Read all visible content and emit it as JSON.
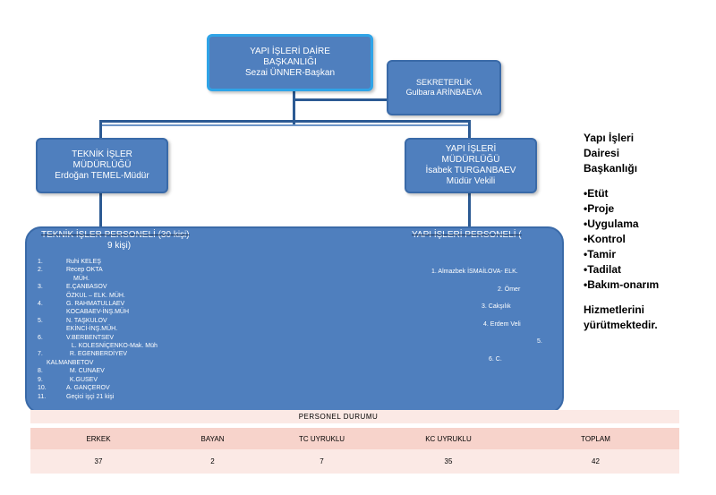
{
  "head": {
    "line1": "YAPI İŞLERİ DAİRE",
    "line2": "BAŞKANLIĞI",
    "line3": "Sezai ÜNNER-Başkan"
  },
  "secretariat": {
    "line1": "SEKRETERLİK",
    "line2": "Gulbara  ARİNBAEVA"
  },
  "technical": {
    "line1": "TEKNİK İŞLER",
    "line2": "MÜDÜRLÜĞÜ",
    "line3": "Erdoğan TEMEL-Müdür"
  },
  "construction": {
    "line1": "YAPI İŞLERİ",
    "line2": "MÜDÜRLÜĞÜ",
    "line3": "İsabek TURGANBAEV",
    "line4": "Müdür Vekili"
  },
  "personnel": {
    "tek_header_1": "TEKNİK İŞLER   PERSONELİ (30 kişi)",
    "tek_header_2": "9 kişi)",
    "yap_header": "YAPI İŞLERİ PERSONELİ (",
    "tek_list": [
      {
        "num": "1.",
        "lines": [
          "Ruhi KELEŞ"
        ]
      },
      {
        "num": "2.",
        "lines": [
          "Recep OKTA",
          "MÜH."
        ]
      },
      {
        "num": "3.",
        "lines": [
          "E.ÇANBASOV",
          "ÖZKUL – ELK. MÜH."
        ]
      },
      {
        "num": "4.",
        "lines": [
          "G. RAHMATULLAEV",
          "KOCABAEV-İNŞ.MÜH"
        ]
      },
      {
        "num": "5.",
        "lines": [
          "N. TAŞKULOV",
          "EKİNCİ-İNŞ.MÜH."
        ]
      },
      {
        "num": "6.",
        "lines": [
          "V.BERBENTSEV",
          "   L. KOLESNİÇENKO-Mak. Müh"
        ]
      },
      {
        "num": "7.",
        "lines": [
          "  R. EGENBERDİYEV",
          "KALMANBETOV"
        ]
      },
      {
        "num": "8.",
        "lines": [
          "  M. CUNAEV"
        ]
      },
      {
        "num": "9.",
        "lines": [
          "  K.GUSEV"
        ]
      },
      {
        "num": "10.",
        "lines": [
          "A. GANÇEROV"
        ]
      },
      {
        "num": "11.",
        "lines": [
          "Geçici işçi 21 kişi"
        ]
      }
    ],
    "yap_list": [
      "1.  Almazbek İSMAİLOVA- ELK.",
      "2.  Ömer",
      "3.  Cakşılık",
      "4.  Erdem Veli",
      "5.",
      "6.  C."
    ]
  },
  "side_text": {
    "title_lines": [
      "Yapı İşleri",
      "Dairesi",
      "Başkanlığı"
    ],
    "items": [
      "Etüt",
      "Proje",
      "Uygulama",
      "Kontrol",
      "Tamir",
      "Tadilat",
      "Bakım-onarım"
    ],
    "footer_lines": [
      "Hizmetlerini",
      "yürütmektedir."
    ]
  },
  "personnel_table": {
    "title": "PERSONEL DURUMU",
    "headers": [
      "ERKEK",
      "BAYAN",
      "TC UYRUKLU",
      "KC UYRUKLU",
      "TOPLAM"
    ],
    "values": [
      "37",
      "2",
      "7",
      "35",
      "42"
    ]
  },
  "colors": {
    "box_fill": "#4f7fbe",
    "box_border": "#3a6aa8",
    "head_border": "#2fa4e7",
    "connector": "#2c5a93",
    "table_light": "#fbe9e5",
    "table_dark": "#f7d3cb"
  }
}
